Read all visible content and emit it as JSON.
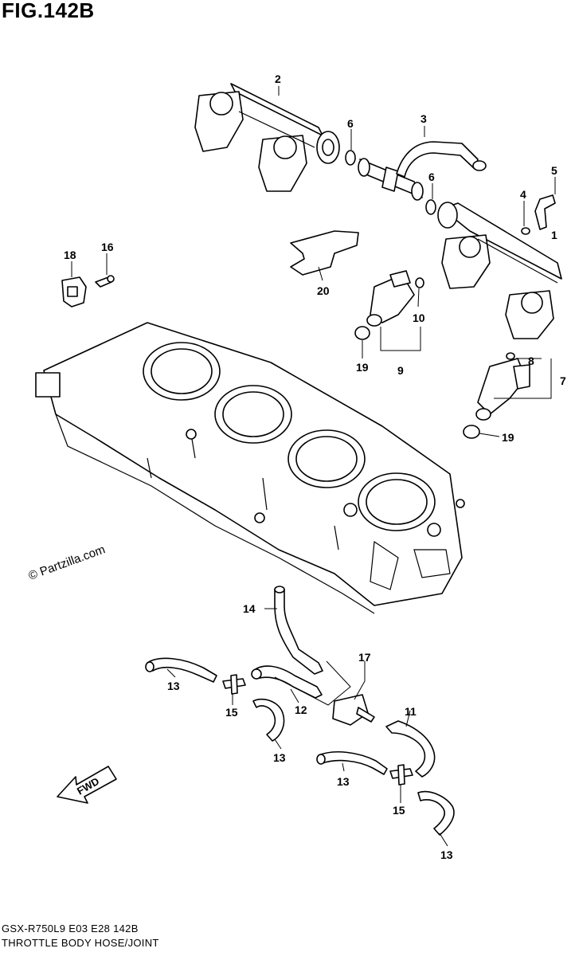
{
  "figure": {
    "title": "FIG.142B",
    "model_line": "GSX-R750L9  E03  E28  142B",
    "caption": "THROTTLE BODY HOSE/JOINT",
    "watermark": "© Partzilla.com",
    "fwd_label": "FWD"
  },
  "callouts": {
    "c1": "1",
    "c2": "2",
    "c3": "3",
    "c4": "4",
    "c5": "5",
    "c6a": "6",
    "c6b": "6",
    "c7": "7",
    "c8": "8",
    "c9": "9",
    "c10": "10",
    "c11": "11",
    "c12": "12",
    "c13a": "13",
    "c13b": "13",
    "c13c": "13",
    "c13d": "13",
    "c14": "14",
    "c15a": "15",
    "c15b": "15",
    "c16": "16",
    "c17": "17",
    "c18": "18",
    "c19a": "19",
    "c19b": "19",
    "c20": "20"
  }
}
